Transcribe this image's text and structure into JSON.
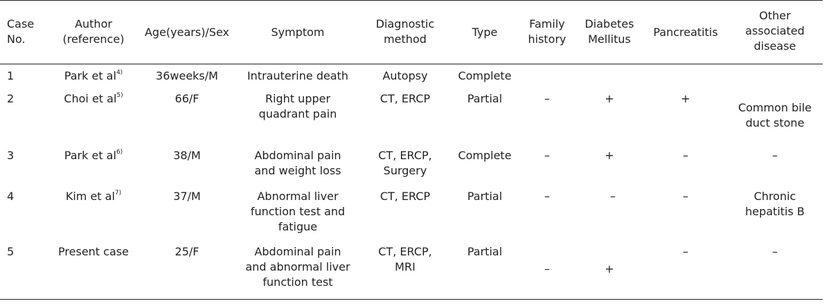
{
  "table": {
    "headers": {
      "case_no": [
        "Case",
        "No."
      ],
      "author": [
        "Author",
        "(reference)"
      ],
      "age_sex": [
        "Age(years)/Sex"
      ],
      "symptom": [
        "Symptom"
      ],
      "diagnostic": [
        "Diagnostic",
        "method"
      ],
      "type": [
        "Type"
      ],
      "family": [
        "Family",
        "history"
      ],
      "diabetes": [
        "Diabetes",
        "Mellitus"
      ],
      "pancreatitis": [
        "Pancreatitis"
      ],
      "other": [
        "Other",
        "associated",
        "disease"
      ]
    },
    "rows": [
      {
        "case": "1",
        "author": "Park et al",
        "ref": "4)",
        "age_sex": "36weeks/M",
        "symptom": [
          "Intrauterine death"
        ],
        "diagnostic": [
          "Autopsy"
        ],
        "type": "Complete",
        "family": "",
        "diabetes": "",
        "pancreatitis": "",
        "other": []
      },
      {
        "case": "2",
        "author": "Choi et al",
        "ref": "5)",
        "age_sex": "66/F",
        "symptom": [
          "Right upper",
          "quadrant pain"
        ],
        "diagnostic": [
          "CT, ERCP"
        ],
        "type": "Partial",
        "family": "–",
        "diabetes": "+",
        "pancreatitis": "+",
        "other": [
          "Common bile",
          "duct stone"
        ]
      },
      {
        "case": "3",
        "author": "Park et al",
        "ref": "6)",
        "age_sex": "38/M",
        "symptom": [
          "Abdominal pain",
          "and weight loss"
        ],
        "diagnostic": [
          "CT, ERCP,",
          "Surgery"
        ],
        "type": "Complete",
        "family": "–",
        "diabetes": "+",
        "pancreatitis": "–",
        "other": [
          "–"
        ]
      },
      {
        "case": "4",
        "author": "Kim et al",
        "ref": "7)",
        "age_sex": "37/M",
        "symptom": [
          "Abnormal liver",
          "function test and",
          "fatigue"
        ],
        "diagnostic": [
          "CT, ERCP"
        ],
        "type": "Partial",
        "family": "–",
        "diabetes": "–",
        "pancreatitis": "–",
        "other": [
          "Chronic",
          "hepatitis B"
        ]
      },
      {
        "case": "5",
        "author": "Present case",
        "ref": "",
        "age_sex": "25/F",
        "symptom": [
          "Abdominal pain",
          "and abnormal liver",
          "function test"
        ],
        "diagnostic": [
          "CT, ERCP,",
          "MRI"
        ],
        "type": "Partial",
        "family": "–",
        "diabetes": "+",
        "pancreatitis": "–",
        "other": [
          "–"
        ]
      }
    ]
  }
}
